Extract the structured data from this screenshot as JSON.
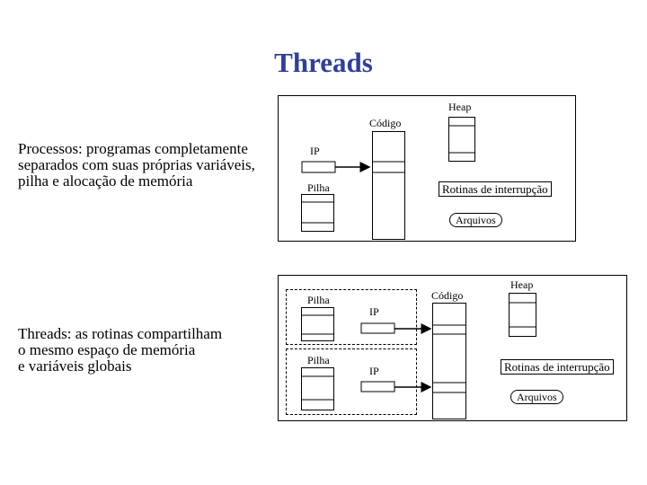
{
  "title": "Threads",
  "processes": {
    "description_lines": [
      "Processos: programas completamente",
      "separados com suas próprias variáveis,",
      "pilha e alocação de memória"
    ],
    "labels": {
      "heap": "Heap",
      "codigo": "Código",
      "ip": "IP",
      "pilha": "Pilha",
      "rotinas": "Rotinas de interrupção",
      "arquivos": "Arquivos"
    }
  },
  "threads": {
    "description_lines": [
      "Threads: as rotinas compartilham",
      "o mesmo espaço de memória",
      "e variáveis globais"
    ],
    "labels": {
      "pilha_1": "Pilha",
      "pilha_2": "Pilha",
      "ip_1": "IP",
      "ip_2": "IP",
      "codigo": "Código",
      "heap": "Heap",
      "rotinas": "Rotinas de interrupção",
      "arquivos": "Arquivos"
    }
  },
  "colors": {
    "title": "#2f3f9f",
    "stroke": "#000000"
  }
}
